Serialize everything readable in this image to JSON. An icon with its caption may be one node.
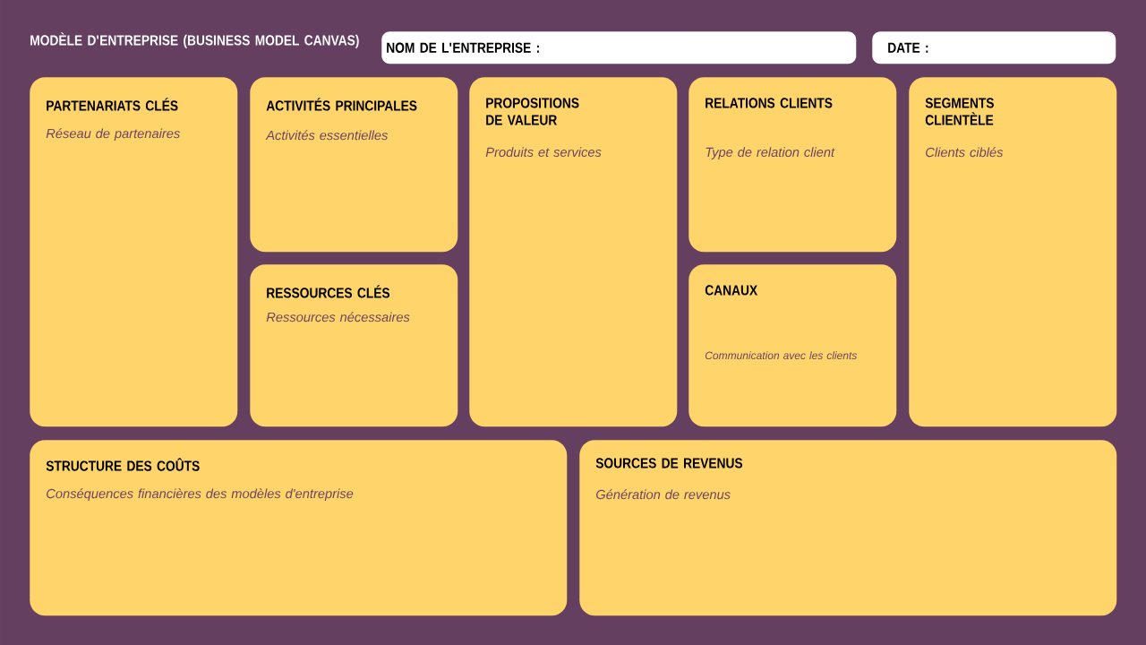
{
  "diagram": {
    "title": "MODÈLE D'ENTREPRISE (BUSINESS MODEL CANVAS)",
    "nodes": [
      {
        "text": [
          "NOM DE L'ENTREPRISE :"
        ]
      },
      {
        "text": [
          "DATE :"
        ]
      },
      {
        "text": [
          "PARTENARIATS CLÉS",
          "Réseau de partenaires"
        ]
      },
      {
        "text": [
          "ACTIVITÉS PRINCIPALES",
          "Activités essentielles"
        ]
      },
      {
        "text": [
          "PROPOSITIONS DE VALEUR",
          "Produits et services"
        ]
      },
      {
        "text": [
          "RELATIONS CLIENTS",
          "Type de relation client"
        ]
      },
      {
        "text": [
          "SEGMENTS CLIENTÈLE",
          "Clients ciblés"
        ]
      },
      {
        "text": [
          "RESSOURCES CLÉS",
          "Ressources nécessaires"
        ]
      },
      {
        "text": [
          "CANAUX",
          "Communication avec les clients"
        ]
      },
      {
        "text": [
          "STRUCTURE DES COÛTS",
          "Conséquences financières des modèles d'entreprise"
        ]
      },
      {
        "text": [
          "SOURCES DE REVENUS",
          "Génération de revenus"
        ]
      }
    ]
  }
}
